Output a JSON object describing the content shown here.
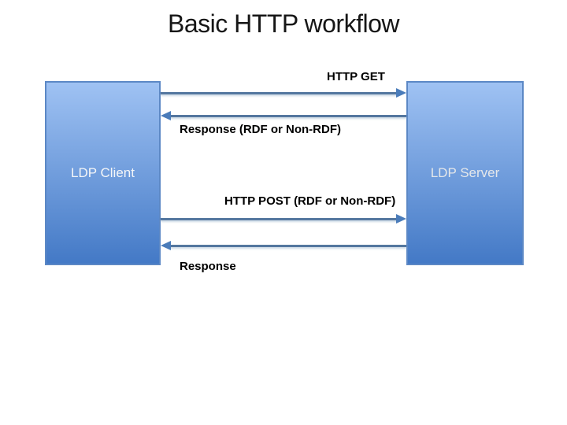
{
  "slide": {
    "title": "Basic HTTP workflow"
  },
  "diagram": {
    "client": {
      "label": "LDP Client"
    },
    "server": {
      "label": "LDP Server"
    },
    "messages": [
      {
        "label": "HTTP GET",
        "direction": "right",
        "from": "LDP Client",
        "to": "LDP Server"
      },
      {
        "label": "Response (RDF or Non-RDF)",
        "direction": "left",
        "from": "LDP Server",
        "to": "LDP Client"
      },
      {
        "label": "HTTP POST (RDF or Non-RDF)",
        "direction": "right",
        "from": "LDP Client",
        "to": "LDP Server"
      },
      {
        "label": "Response",
        "direction": "left",
        "from": "LDP Server",
        "to": "LDP Client"
      }
    ]
  },
  "colors": {
    "background": "#ffffff",
    "title-text": "#161616",
    "label-text": "#000000",
    "box-top": "#9fc2f3",
    "box-bottom": "#4379c6",
    "box-border": "#5c88c5",
    "arrow": "#54779f",
    "arrowhead": "#4a7cba",
    "client-text": "#f4f6f8",
    "server-text": "#e4e7ea"
  }
}
